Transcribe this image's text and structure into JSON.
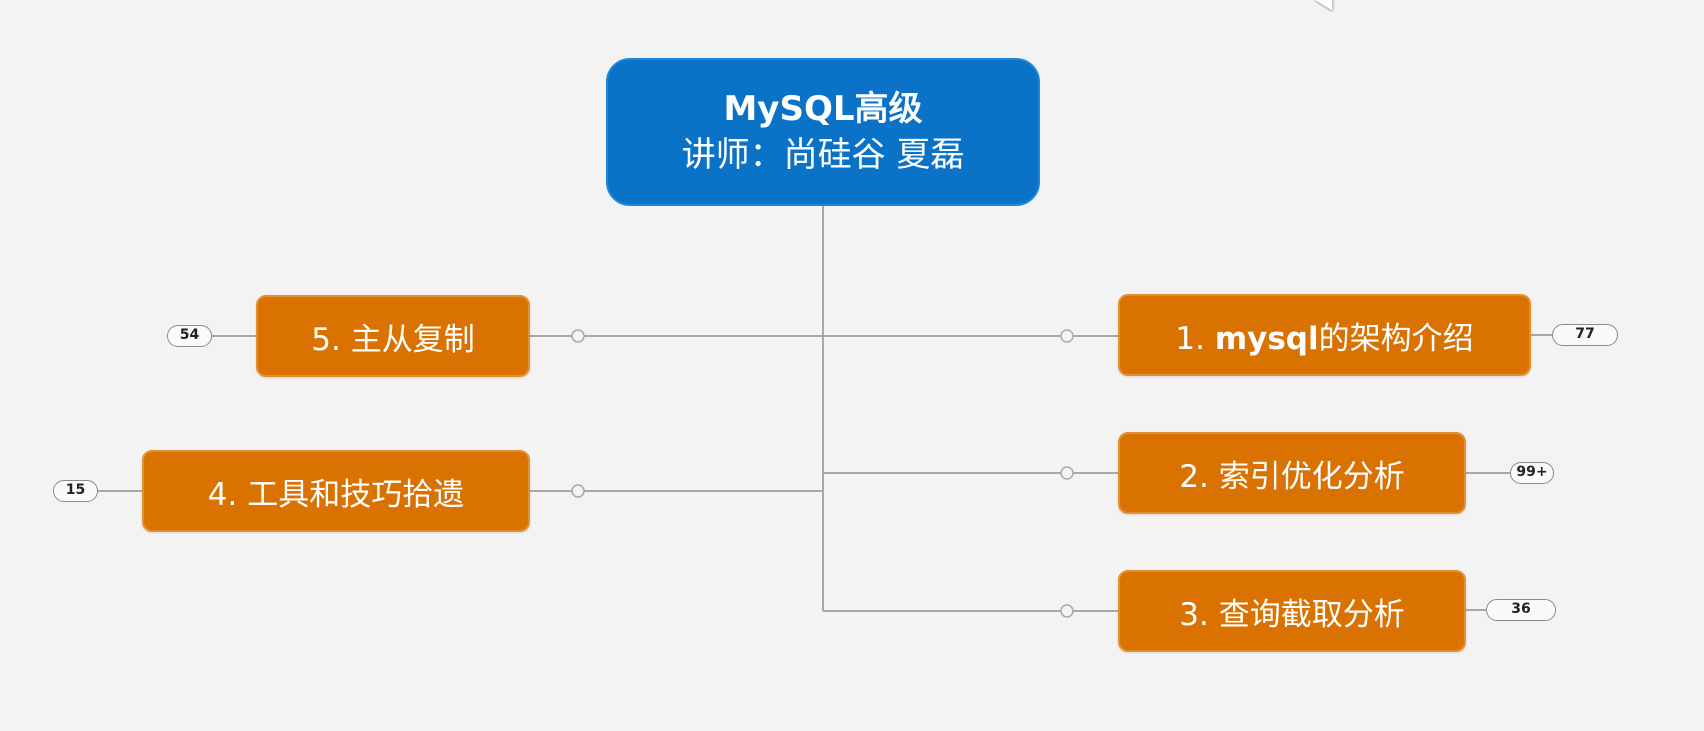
{
  "root": {
    "title": "MySQL高级",
    "subtitle": "讲师：尚硅谷 夏磊"
  },
  "topics": [
    {
      "id": "t1",
      "num": "1.",
      "strong": "mysql",
      "rest": "的架构介绍",
      "badge": "77"
    },
    {
      "id": "t2",
      "num": "2.",
      "strong": "",
      "rest": "索引优化分析",
      "badge": "99+"
    },
    {
      "id": "t3",
      "num": "3.",
      "strong": "",
      "rest": "查询截取分析",
      "badge": "36"
    },
    {
      "id": "t4",
      "num": "4.",
      "strong": "",
      "rest": "工具和技巧拾遗",
      "badge": "15"
    },
    {
      "id": "t5",
      "num": "5.",
      "strong": "",
      "rest": "主从复制",
      "badge": "54"
    }
  ],
  "colors": {
    "root_fill": "#0a73c8",
    "topic_fill": "#d97200",
    "connector": "#a8a8a8"
  }
}
